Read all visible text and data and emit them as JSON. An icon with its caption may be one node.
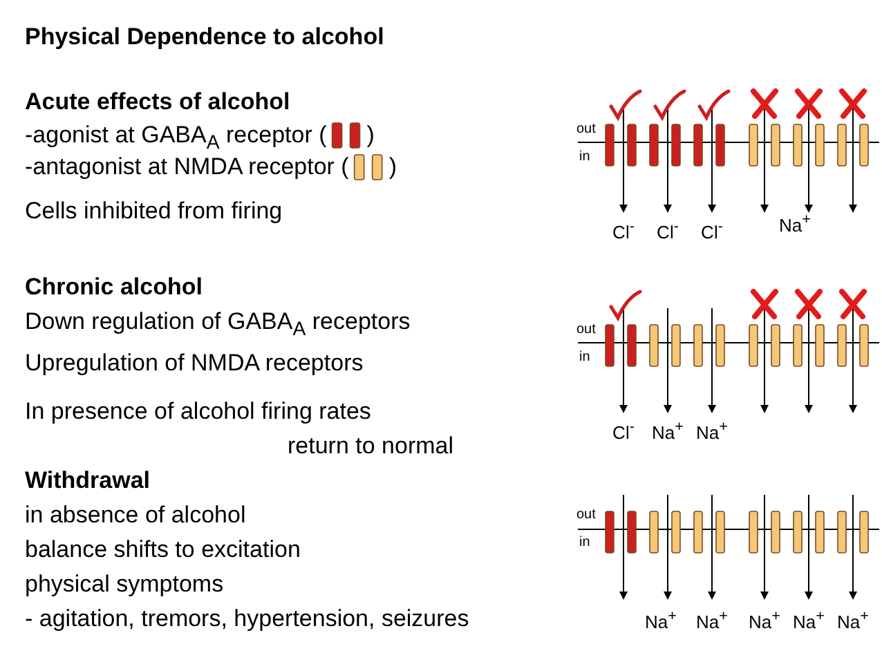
{
  "diagram": {
    "title": "Physical Dependence to alcohol",
    "labels": [
      "Acute effects of alcohol",
      "-agonist at GABA$_{A}$ receptor (",
      ")",
      "-antagonist at NMDA receptor (",
      ")",
      "out",
      "in",
      "Cells inhibited from firing",
      "Cl$^{-}$",
      "Cl$^{-}$",
      "Cl$^{-}$",
      "Na$^{+}$",
      "Chronic alcohol",
      "Down regulation of GABA$_{A}$ receptors",
      "out",
      "in",
      "Upregulation of NMDA receptors",
      "In presence of alcohol firing rates",
      "Cl$^{-}$",
      "Na$^{+}$",
      "Na$^{+}$",
      "return to normal",
      "Withdrawal",
      "out",
      "in",
      "in absence of alcohol",
      "balance shifts to excitation",
      "physical symptoms",
      "- agitation, tremors, hypertension, seizures",
      "Na$^{+}$",
      "Na$^{+}$",
      "Na$^{+}$",
      "Na$^{+}$",
      "Na$^{+}$"
    ]
  }
}
